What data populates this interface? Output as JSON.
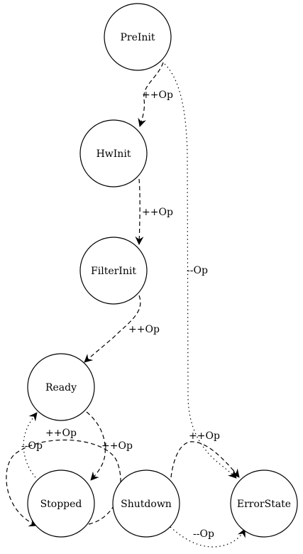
{
  "nodes": {
    "preinit": "PreInit",
    "hwinit": "HwInit",
    "filterinit": "FilterInit",
    "ready": "Ready",
    "stopped": "Stopped",
    "shutdown": "Shutdown",
    "errorstate": "ErrorState"
  },
  "edges": {
    "preinit_hwinit": "++Op",
    "hwinit_filterinit": "++Op",
    "filterinit_ready": "++Op",
    "preinit_errorstate": "--Op",
    "ready_stopped": "++Op",
    "stopped_ready": "--Op",
    "stopped_stopped": "++Op",
    "shutdown_errorstate_inc": "++Op",
    "shutdown_errorstate_dec": "--Op"
  }
}
